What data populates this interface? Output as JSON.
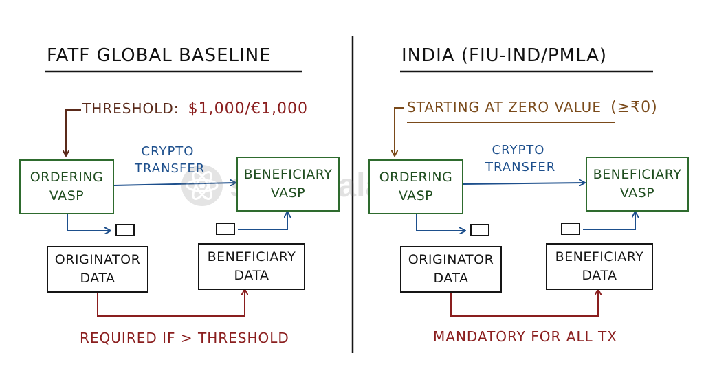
{
  "left": {
    "title": "FATF GLOBAL BASELINE",
    "threshold": {
      "label": "THRESHOLD:",
      "value": "$1,000/€1,000"
    },
    "ordering_vasp": [
      "ORDERING",
      "VASP"
    ],
    "transfer_label": [
      "CRYPTO",
      "TRANSFER"
    ],
    "beneficiary_vasp": [
      "BENEFICIARY",
      "VASP"
    ],
    "originator_data": [
      "ORIGINATOR",
      "DATA"
    ],
    "beneficiary_data": [
      "BENEFICIARY",
      "DATA"
    ],
    "footer": "REQUIRED IF > THRESHOLD"
  },
  "right": {
    "title": "INDIA (FIU-IND/PMLA)",
    "threshold": {
      "label": "STARTING AT ZERO VALUE",
      "value": "(≥₹0)"
    },
    "ordering_vasp": [
      "ORDERING",
      "VASP"
    ],
    "transfer_label": [
      "CRYPTO",
      "TRANSFER"
    ],
    "beneficiary_vasp": [
      "BENEFICIARY",
      "VASP"
    ],
    "originator_data": [
      "ORIGINATOR",
      "DATA"
    ],
    "beneficiary_data": [
      "BENEFICIARY",
      "DATA"
    ],
    "footer": "MANDATORY FOR ALL TX"
  },
  "watermark": "superkalam",
  "colors": {
    "green": "#2e6b2e",
    "blue": "#1d4f8c",
    "red": "#8a1e1e",
    "brown": "#7a4a1a",
    "black": "#151515"
  }
}
